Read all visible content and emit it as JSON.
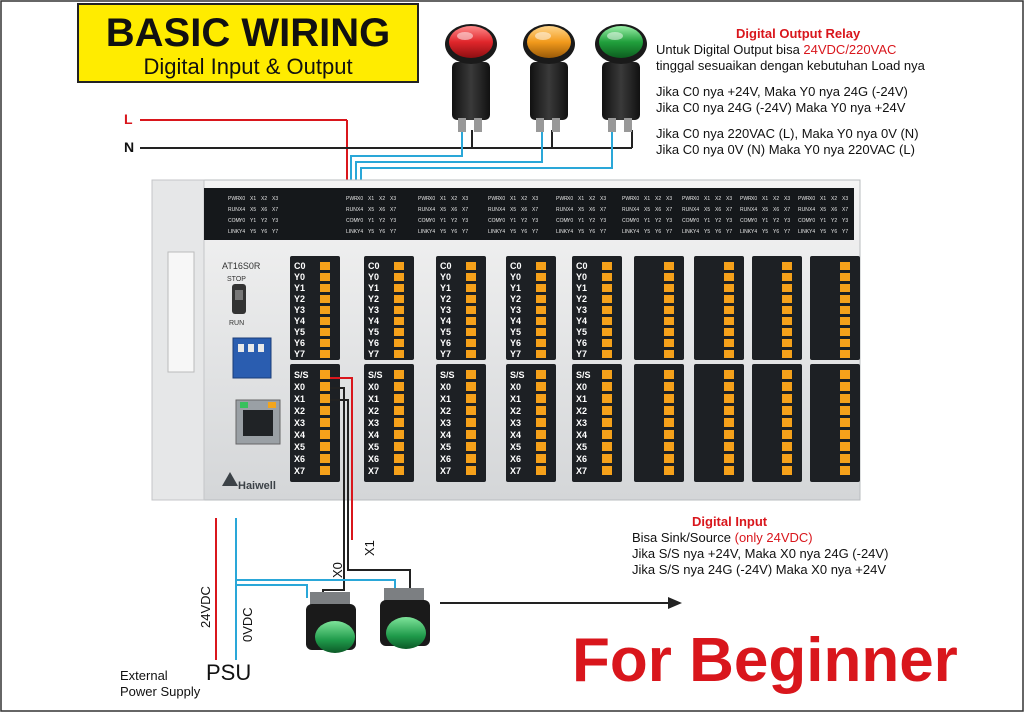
{
  "title": {
    "main": "BASIC WIRING",
    "sub": "Digital Input & Output"
  },
  "output_note": {
    "heading": "Digital Output Relay",
    "line1_pre": "Untuk Digital Output bisa ",
    "line1_highlight": "24VDC/220VAC",
    "line2": "tinggal sesuaikan dengan kebutuhan Load nya",
    "line3": "Jika C0 nya +24V, Maka Y0 nya 24G (-24V)",
    "line4": "Jika C0 nya 24G (-24V) Maka Y0 nya +24V",
    "line5": "Jika C0 nya 220VAC (L), Maka Y0 nya 0V (N)",
    "line6": "Jika C0 nya 0V (N) Maka Y0 nya 220VAC (L)"
  },
  "input_note": {
    "heading": "Digital Input",
    "line1_pre": "Bisa Sink/Source ",
    "line1_highlight": "(only 24VDC)",
    "line2": "Jika S/S nya +24V, Maka X0 nya 24G (-24V)",
    "line3": "Jika S/S nya 24G (-24V) Maka X0 nya +24V"
  },
  "lines": {
    "live": "L",
    "neutral": "N"
  },
  "plc": {
    "model": "AT16S0R",
    "brand": "Haiwell",
    "switch_top": "STOP",
    "switch_bottom": "RUN",
    "led_labels": [
      "PWR",
      "X0",
      "X1",
      "X2",
      "X3",
      "RUN",
      "X4",
      "X5",
      "X6",
      "X7",
      "COM",
      "Y0",
      "Y1",
      "Y2",
      "Y3",
      "LINK",
      "Y4",
      "Y5",
      "Y6",
      "Y7"
    ],
    "output_terminals": [
      "C0",
      "Y0",
      "Y1",
      "Y2",
      "Y3",
      "Y4",
      "Y5",
      "Y6",
      "Y7"
    ],
    "input_terminals": [
      "S/S",
      "X0",
      "X1",
      "X2",
      "X3",
      "X4",
      "X5",
      "X6",
      "X7"
    ]
  },
  "wires": {
    "x0": "X0",
    "x1": "X1",
    "plus24": "24VDC",
    "zero": "0VDC"
  },
  "psu": {
    "label": "PSU",
    "external": "External\nPower Supply"
  },
  "tagline": "For Beginner",
  "colors": {
    "title_bg": "#ffec00",
    "accent_red": "#d9161c",
    "wire_blue": "#2aa7d8",
    "wire_red": "#d9161c",
    "terminal_orange": "#f6a11a",
    "lamp_red": "#e0262b",
    "lamp_amber": "#f29a1c",
    "lamp_green": "#21a03c",
    "button_green": "#1f9a4a"
  }
}
